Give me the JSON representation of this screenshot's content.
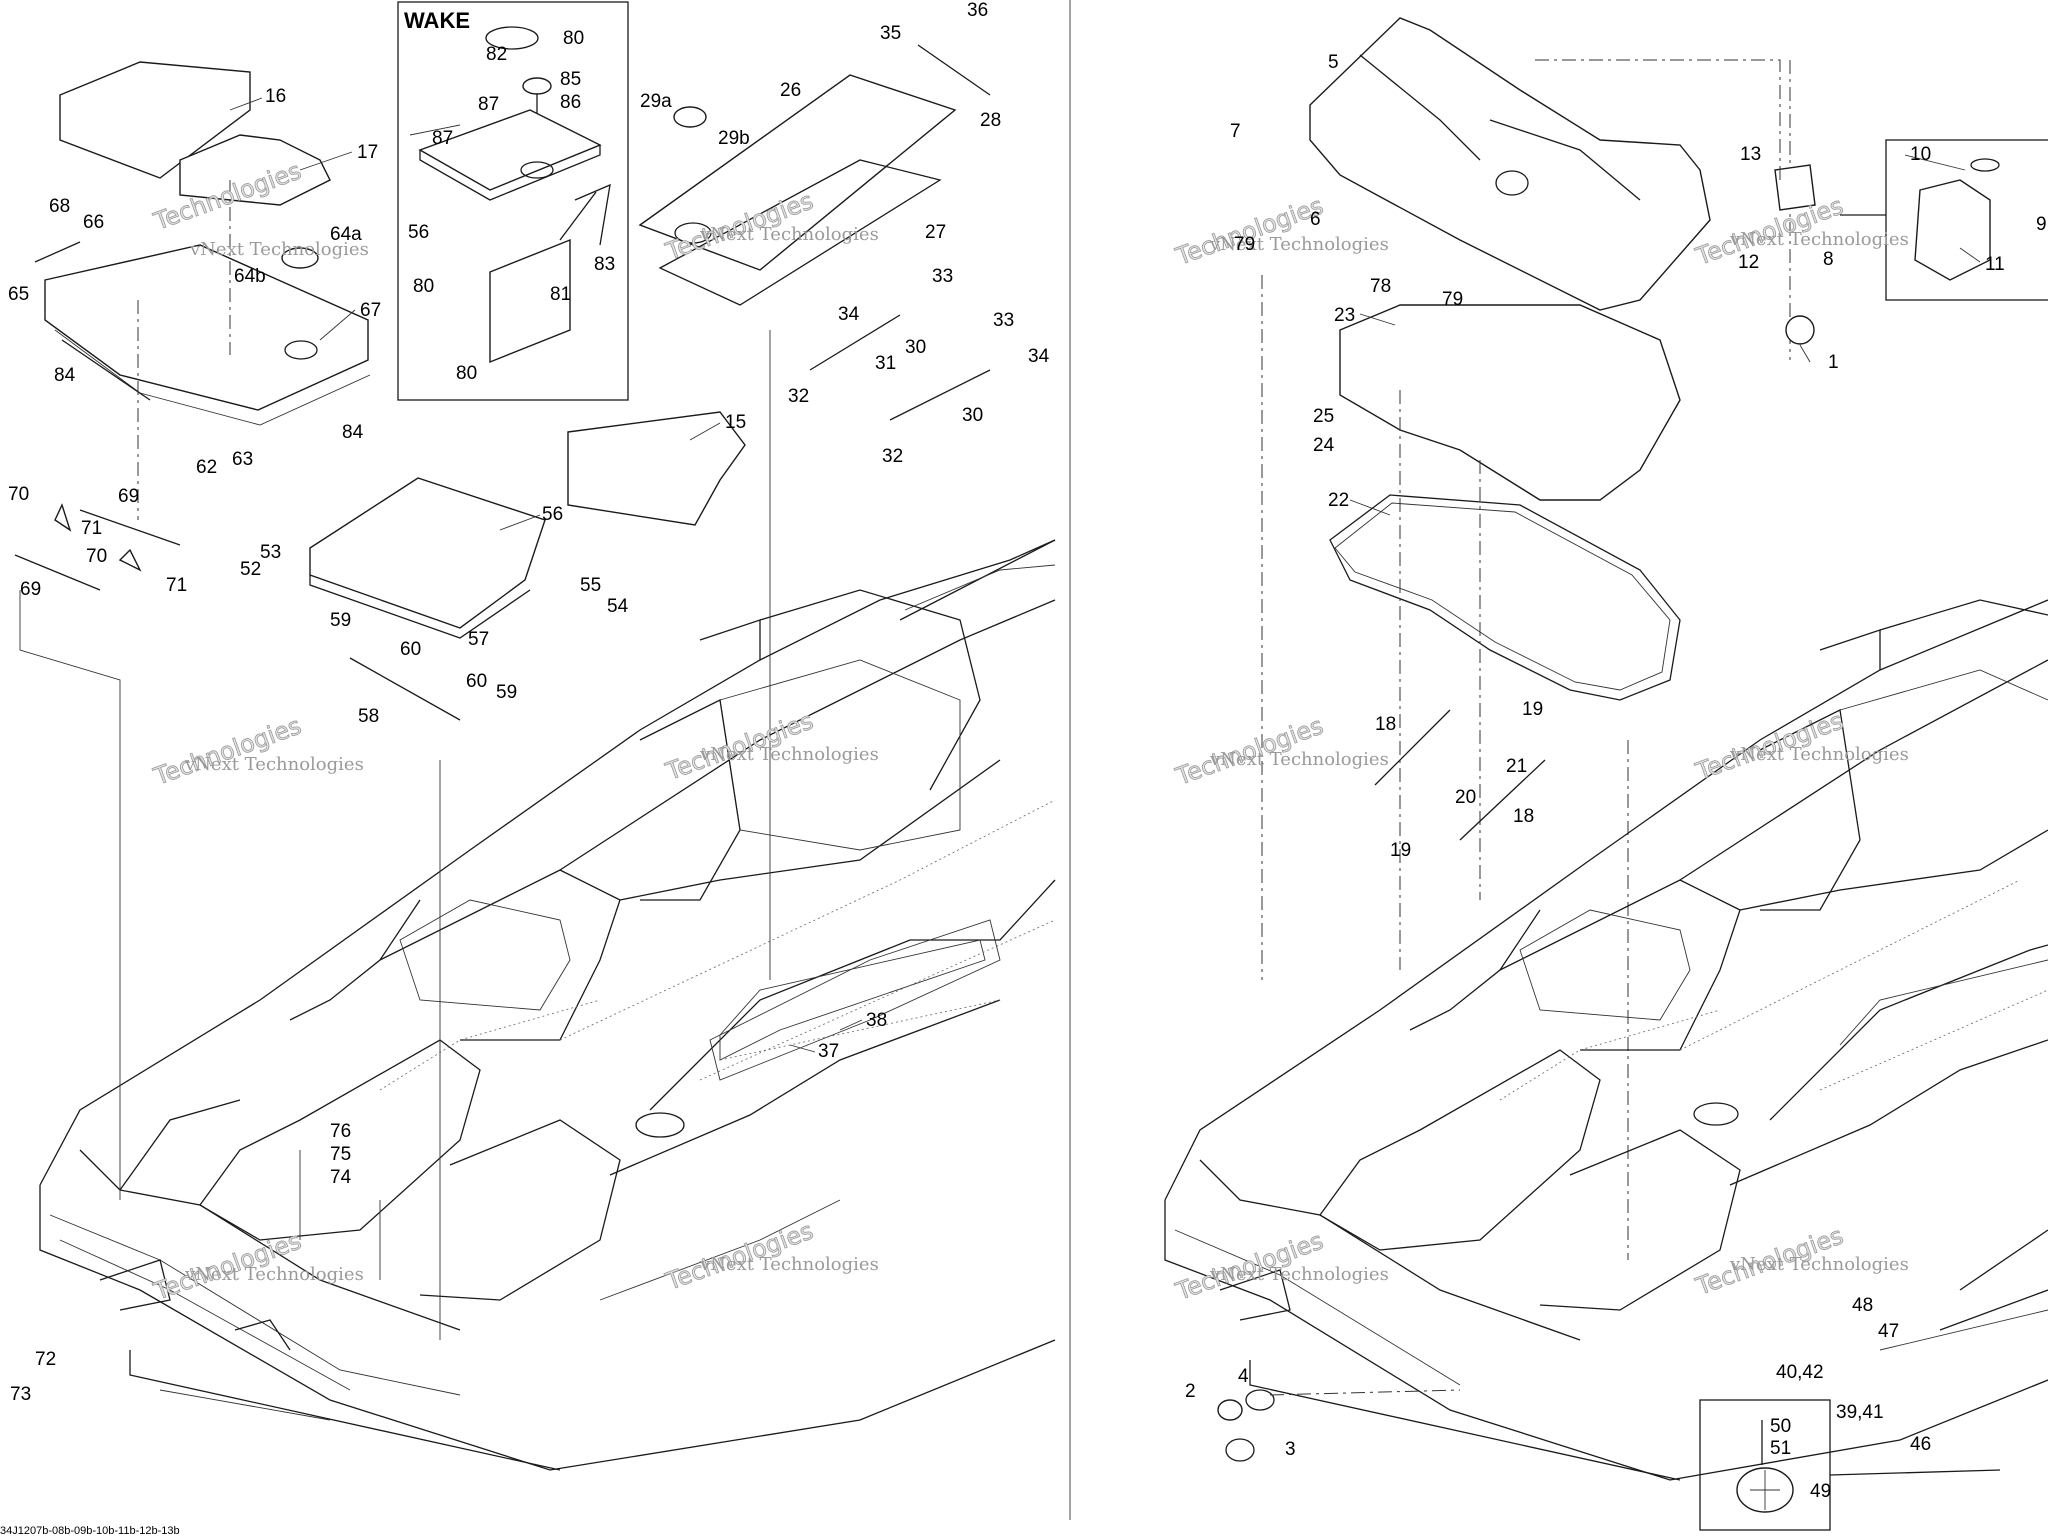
{
  "wake_label": "WAKE",
  "footer_code": "34J1207b-08b-09b-10b-11b-12b-13b",
  "watermark_line1": "vNext Technologies",
  "watermark_line2": "Technologies",
  "callouts": {
    "c80a": "80",
    "c82": "82",
    "c85": "85",
    "c87a": "87",
    "c86": "86",
    "c87b": "87",
    "c56a": "56",
    "c83": "83",
    "c80b": "80",
    "c81": "81",
    "c80c": "80",
    "c16": "16",
    "c17": "17",
    "c68": "68",
    "c66": "66",
    "c65": "65",
    "c64a": "64a",
    "c64b": "64b",
    "c67": "67",
    "c84a": "84",
    "c84b": "84",
    "c62": "62",
    "c63": "63",
    "c36": "36",
    "c35": "35",
    "c29a": "29a",
    "c29b": "29b",
    "c26": "26",
    "c28": "28",
    "c27": "27",
    "c33a": "33",
    "c34a": "34",
    "c30a": "30",
    "c33b": "33",
    "c34b": "34",
    "c31": "31",
    "c32a": "32",
    "c30b": "30",
    "c32b": "32",
    "c15": "15",
    "c70a": "70",
    "c69a": "69",
    "c71a": "71",
    "c70b": "70",
    "c69b": "69",
    "c71b": "71",
    "c56b": "56",
    "c53": "53",
    "c52": "52",
    "c55": "55",
    "c54": "54",
    "c57": "57",
    "c59a": "59",
    "c60a": "60",
    "c60b": "60",
    "c59b": "59",
    "c58": "58",
    "c38": "38",
    "c37": "37",
    "c76": "76",
    "c75": "75",
    "c74": "74",
    "c72": "72",
    "c73": "73",
    "c5": "5",
    "c7": "7",
    "c6": "6",
    "c79a": "79",
    "c78": "78",
    "c79b": "79",
    "c13": "13",
    "c10": "10",
    "c12": "12",
    "c8": "8",
    "c11": "11",
    "c9": "9",
    "c1": "1",
    "c23": "23",
    "c25": "25",
    "c24": "24",
    "c22": "22",
    "c18a": "18",
    "c19a": "19",
    "c21": "21",
    "c20": "20",
    "c18b": "18",
    "c19b": "19",
    "c48": "48",
    "c47": "47",
    "c4040": "40,42",
    "c3941": "39,41",
    "c46": "46",
    "c2": "2",
    "c4": "4",
    "c3": "3",
    "c50": "50",
    "c51": "51",
    "c49": "49"
  }
}
